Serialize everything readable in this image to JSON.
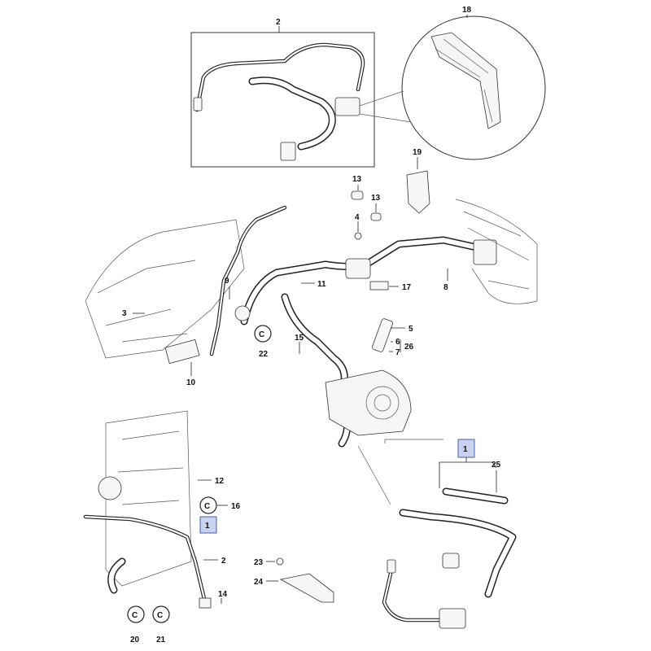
{
  "callouts": {
    "c1a": "1",
    "c1b": "1",
    "c2a": "2",
    "c2b": "2",
    "c3": "3",
    "c4": "4",
    "c5": "5",
    "c6": "6",
    "c7": "7",
    "c8": "8",
    "c9": "9",
    "c10": "10",
    "c11": "11",
    "c12": "12",
    "c13a": "13",
    "c13b": "13",
    "c14": "14",
    "c15": "15",
    "c16": "16",
    "c17": "17",
    "c18": "18",
    "c19": "19",
    "c20": "20",
    "c21": "21",
    "c22": "22",
    "c23": "23",
    "c24": "24",
    "c25": "25",
    "c26": "26"
  },
  "clip_glyph": "C",
  "colors": {
    "line": "#222222",
    "highlight_fill": "#c9d3ef",
    "highlight_stroke": "#4a5fa8"
  }
}
